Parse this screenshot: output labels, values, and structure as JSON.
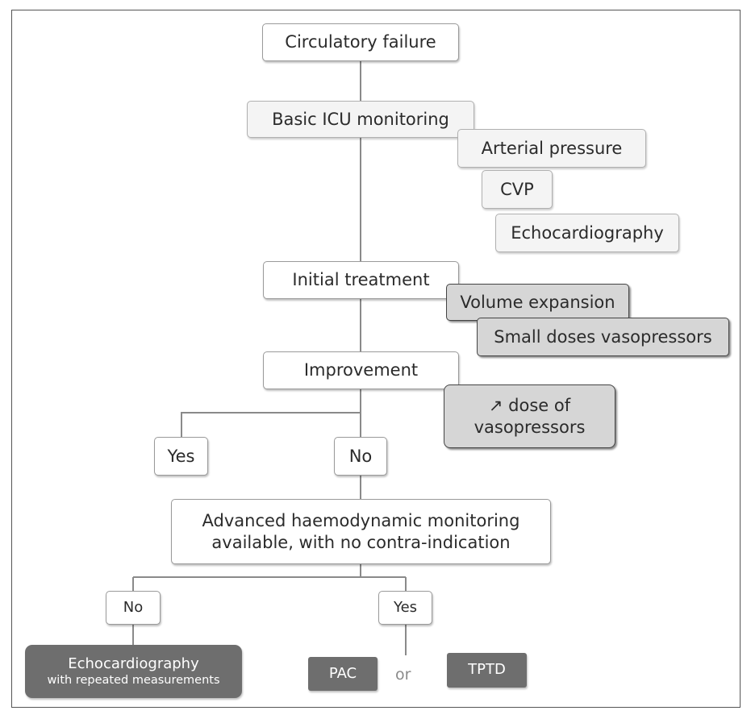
{
  "nodes": {
    "circulatory_failure": "Circulatory failure",
    "basic_monitoring": "Basic ICU monitoring",
    "arterial_pressure": "Arterial pressure",
    "cvp": "CVP",
    "echo_basic": "Echocardiography",
    "initial_treatment": "Initial treatment",
    "volume_expansion": "Volume expansion",
    "small_doses": "Small doses vasopressors",
    "improvement": "Improvement",
    "dose_vasopressors_line1": "↗ dose of",
    "dose_vasopressors_line2": "vasopressors",
    "yes_1": "Yes",
    "no_1": "No",
    "advanced_line1": "Advanced haemodynamic monitoring",
    "advanced_line2": "available, with no contra-indication",
    "no_2": "No",
    "yes_2": "Yes",
    "echo_repeated_line1": "Echocardiography",
    "echo_repeated_line2": "with repeated measurements",
    "pac": "PAC",
    "or": "or",
    "tptd": "TPTD"
  },
  "colors": {
    "frame": "#555555",
    "connector": "#8a8a8a",
    "light_box": "#f4f4f4",
    "mid_box": "#d6d6d6",
    "dark_box": "#6e6e6e"
  }
}
